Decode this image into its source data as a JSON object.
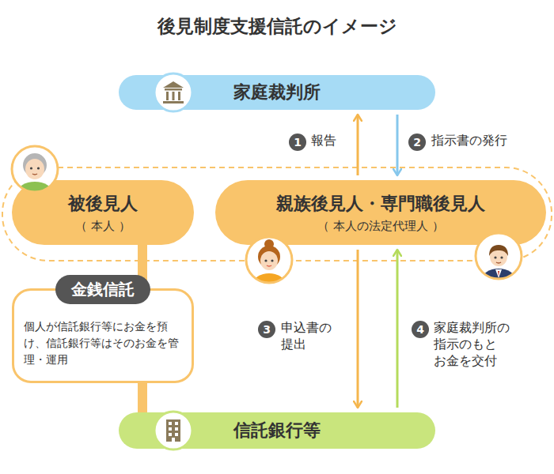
{
  "diagram": {
    "title": "後見制度支援信託のイメージ",
    "nodes": [
      {
        "text": [
          "家庭裁判所"
        ]
      },
      {
        "text": [
          "被後見人",
          "（ 本人 ）"
        ]
      },
      {
        "text": [
          "親族後見人・専門職後見人",
          "（ 本人の法定代理人 ）"
        ]
      },
      {
        "text": [
          "金銭信託",
          "個人が信託銀行等にお金を預け、信託銀行等はそのお金を管理・運用"
        ]
      },
      {
        "text": [
          "信託銀行等"
        ]
      }
    ],
    "edges": [
      {
        "from": 2,
        "to": 0,
        "arrow": "to",
        "label": "報告"
      },
      {
        "from": 0,
        "to": 2,
        "arrow": "to",
        "label": "指示書の発行"
      },
      {
        "from": 2,
        "to": 4,
        "arrow": "to",
        "label": "申込書の 提出"
      },
      {
        "from": 4,
        "to": 2,
        "arrow": "to",
        "label": "家庭裁判所の 指示のもと お金を交付"
      },
      {
        "from": 1,
        "to": 3,
        "arrow": "none"
      },
      {
        "from": 3,
        "to": 4,
        "arrow": "none"
      }
    ],
    "labels": [
      "1",
      "2",
      "3",
      "4"
    ]
  }
}
